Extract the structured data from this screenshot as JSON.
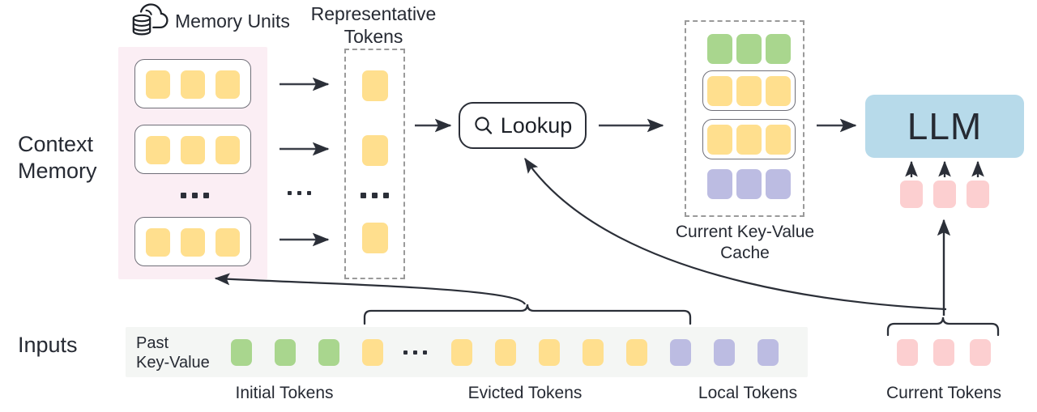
{
  "diagram": {
    "title": "Context Memory LLM inference pipeline",
    "row_labels": {
      "context_memory": "Context\nMemory",
      "inputs": "Inputs"
    },
    "headings": {
      "memory_units": "Memory Units",
      "representative_tokens": "Representative\nTokens",
      "current_kv_cache": "Current Key-Value\nCache"
    },
    "lookup": {
      "label": "Lookup",
      "icon": "search-icon"
    },
    "llm": {
      "label": "LLM"
    },
    "inputs_strip": {
      "past_kv_label": "Past\nKey-Value",
      "ellipsis": "…",
      "tokens": [
        {
          "color": "green"
        },
        {
          "color": "green"
        },
        {
          "color": "green"
        },
        {
          "color": "yellow"
        },
        {
          "color": "ellipsis"
        },
        {
          "color": "yellow"
        },
        {
          "color": "yellow"
        },
        {
          "color": "yellow"
        },
        {
          "color": "yellow"
        },
        {
          "color": "yellow"
        },
        {
          "color": "purple"
        },
        {
          "color": "purple"
        },
        {
          "color": "purple"
        }
      ]
    },
    "bottom_captions": {
      "initial": "Initial Tokens",
      "evicted": "Evicted Tokens",
      "local": "Local Tokens",
      "current": "Current Tokens"
    },
    "memory_units": {
      "unit_count_shown": 3,
      "tokens_per_unit": 3,
      "ellipsis": "…",
      "token_color": "yellow"
    },
    "representative_tokens": {
      "count_shown": 3,
      "ellipsis": "…",
      "token_color": "yellow"
    },
    "kv_cache_rows": [
      {
        "type": "plain",
        "color": "green",
        "count": 3
      },
      {
        "type": "boxed",
        "color": "yellow",
        "count": 3
      },
      {
        "type": "boxed",
        "color": "yellow",
        "count": 3
      },
      {
        "type": "plain",
        "color": "purple",
        "count": 3
      }
    ],
    "current_tokens": {
      "count": 3,
      "color": "pink"
    },
    "arrow_ellipsis": "…",
    "colors": {
      "yellow": "#ffdf8e",
      "green": "#a9d68e",
      "purple": "#bcbce2",
      "pink": "#fccfd0",
      "llm_blue": "#b7daea",
      "memory_panel": "#fbeef4",
      "inputs_strip": "#f4f6f4",
      "stroke": "#2b2f38",
      "dashed": "#9a9a9a"
    }
  }
}
